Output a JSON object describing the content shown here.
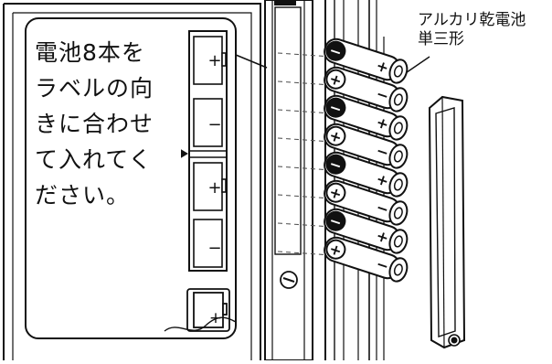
{
  "instruction": {
    "lines": [
      "電池8本を",
      "ラベルの向",
      "きに合わせ",
      "て入れてく",
      "ださい。"
    ]
  },
  "label": {
    "lines": [
      "アルカリ乾電池",
      "単三形"
    ]
  },
  "symbols": {
    "plus": "+",
    "minus": "−",
    "terminal_plus": "+",
    "terminal_minus": "−"
  },
  "battery_count": 8
}
